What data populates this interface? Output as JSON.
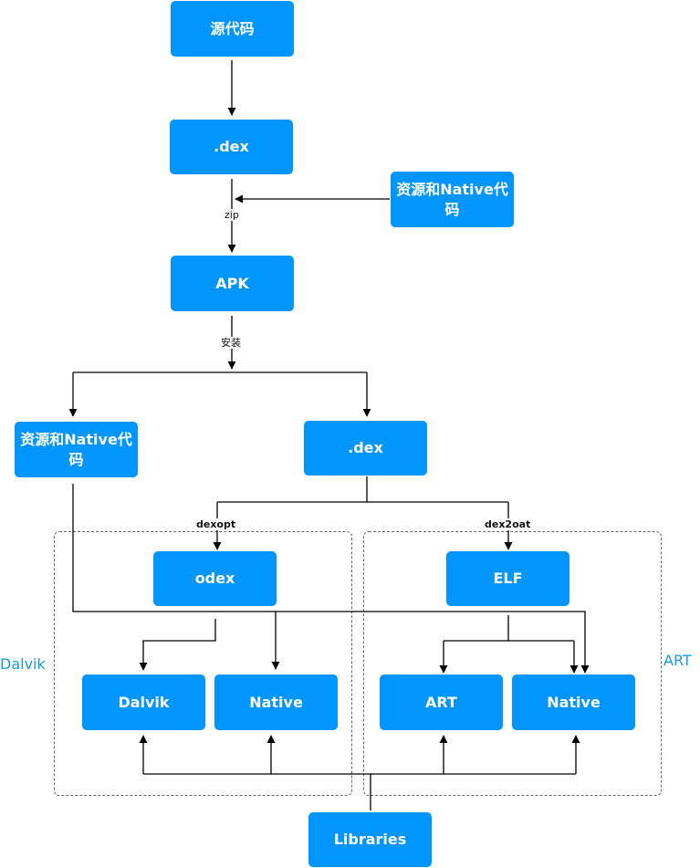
{
  "colors": {
    "node_fill": "#0095ff",
    "node_text": "#ffffff",
    "group_label": "#1a9ae0",
    "connector": "#000000",
    "group_border": "#666666"
  },
  "nodes": {
    "source_code": "源代码",
    "dex_top": ".dex",
    "resources_native_top": "资源和Native代码",
    "apk": "APK",
    "resources_native_left": "资源和Native代码",
    "dex_mid": ".dex",
    "odex": "odex",
    "elf": "ELF",
    "dalvik": "Dalvik",
    "native_dalvik": "Native",
    "art": "ART",
    "native_art": "Native",
    "libraries": "Libraries"
  },
  "edge_labels": {
    "zip": "zip",
    "install": "安装",
    "dexopt": "dexopt",
    "dex2oat": "dex2oat"
  },
  "groups": {
    "dalvik": "Dalvik",
    "art": "ART"
  }
}
